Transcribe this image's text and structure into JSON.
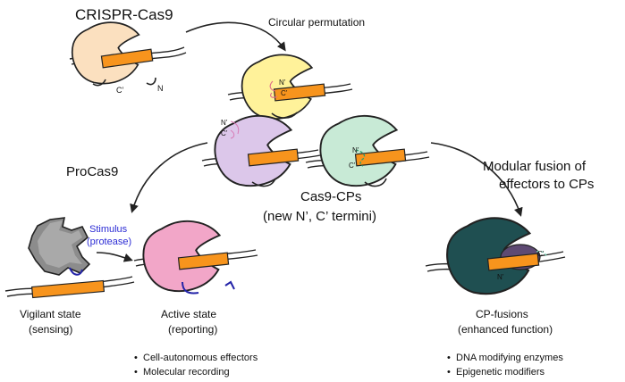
{
  "colors": {
    "wildtype_cas9": "#fbe0bf",
    "cp_yellow": "#fff29a",
    "cp_purple": "#dcc7ea",
    "cp_green": "#c8ead6",
    "procas9_grey": "#8c8c8c",
    "active_pink": "#f2a6c8",
    "fusion_teal": "#1f4f51",
    "fusion_purple": "#5e4a73",
    "dna_cargo": "#f7941d",
    "stimulus_text": "#2b2bd4",
    "linker": "#2323a8"
  },
  "icons": [
    "cas9-protein-icon",
    "dna-strand-icon",
    "curved-arrow-icon",
    "linker-icon"
  ],
  "labels": {
    "crispr_cas9": "CRISPR-Cas9",
    "circular_permutation": "Circular permutation",
    "procas9": "ProCas9",
    "modular_fusion_line1": "Modular fusion of",
    "modular_fusion_line2": "effectors to CPs",
    "cas9_cps_line1": "Cas9-CPs",
    "cas9_cps_line2": "(new N’, C’ termini)",
    "stimulus_line1": "Stimulus",
    "stimulus_line2": "(protease)",
    "vigilant_line1": "Vigilant state",
    "vigilant_line2": "(sensing)",
    "active_line1": "Active state",
    "active_line2": "(reporting)",
    "cp_fusions_line1": "CP-fusions",
    "cp_fusions_line2": "(enhanced function)",
    "termini_c": "C’",
    "termini_n": "N",
    "termini_n_prime": "N’",
    "termini_c_prime": "C’"
  },
  "bullets": {
    "active": [
      "Cell-autonomous effectors",
      "Molecular recording"
    ],
    "fusions": [
      "DNA modifying enzymes",
      "Epigenetic modifiers"
    ]
  }
}
